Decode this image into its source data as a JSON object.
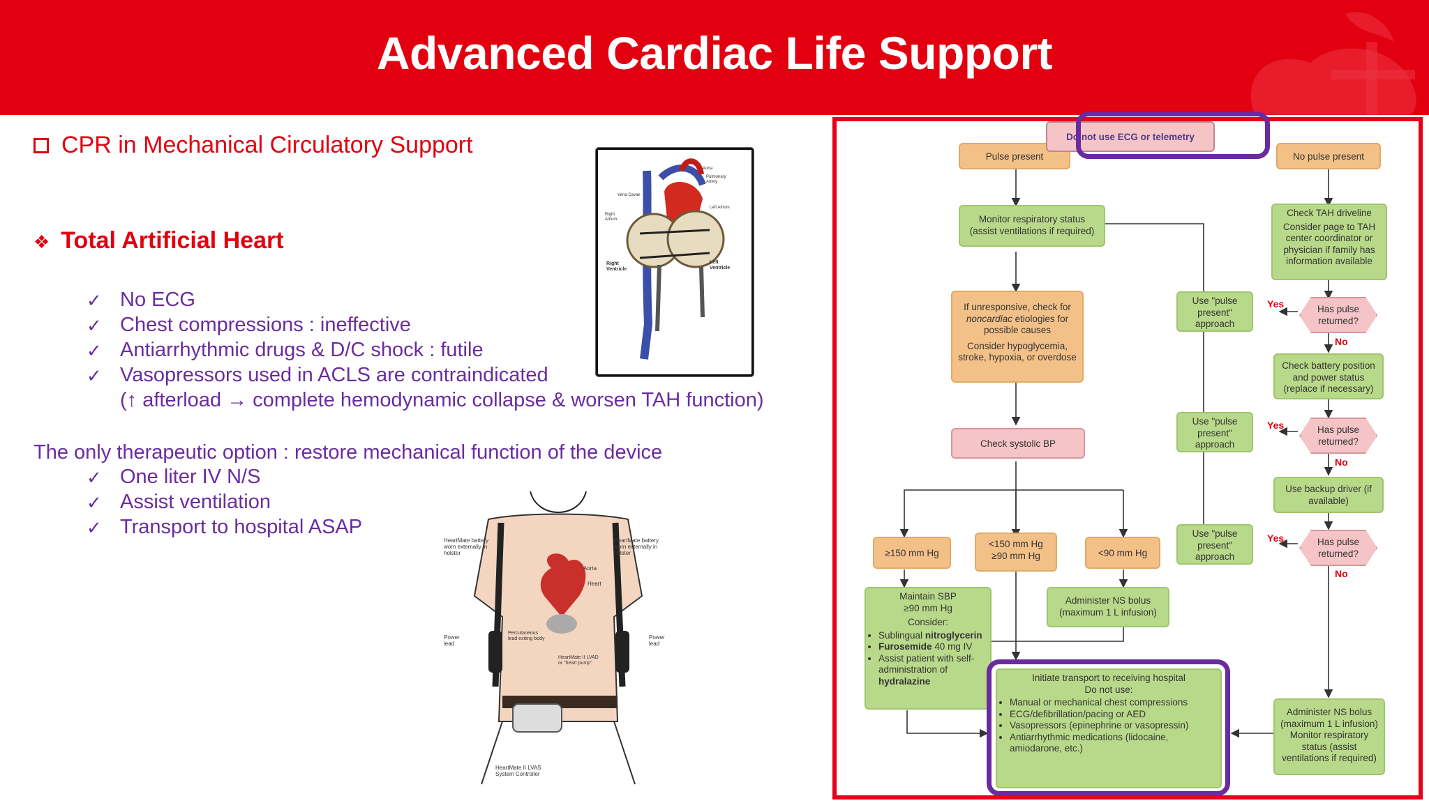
{
  "slide": {
    "title": "Advanced Cardiac Life Support",
    "section_heading": "CPR in Mechanical Circulatory Support",
    "subheading": "Total Artificial Heart",
    "bullets_1": [
      "No ECG",
      "Chest compressions : ineffective",
      "Antiarrhythmic drugs & D/C shock : futile",
      "Vasopressors used in ACLS are contraindicated"
    ],
    "bullet_continuation": "(↑ afterload → complete hemodynamic collapse & worsen TAH function)",
    "therapy_line": "The only therapeutic option : restore  mechanical  function  of  the  device",
    "bullets_2": [
      "One liter IV N/S",
      "Assist ventilation",
      "Transport to hospital ASAP"
    ],
    "colors": {
      "header_red": "#e20010",
      "text_purple": "#6a2ca0",
      "box_green": "#b9d98a",
      "box_orange": "#f3c188",
      "box_pink": "#f5c4c6",
      "highlight_purple": "#6b2aa0"
    }
  },
  "tah_figure": {
    "labels": [
      "Vena Cavae",
      "Aorta",
      "Pulmonary Artery",
      "Right Atrium",
      "Left Atrium",
      "Right Ventricle",
      "Left Ventricle"
    ]
  },
  "lvad_figure": {
    "labels": [
      "HeartMate battery worn externally in holster",
      "HeartMate battery worn externally in holster",
      "Aorta",
      "Heart",
      "Power lead",
      "Power lead",
      "Percutaneous lead exiting body",
      "HeartMate II LVAD or \"heart pump\"",
      "HeartMate II LVAS System Controller"
    ]
  },
  "flowchart": {
    "top_warning": "Do not use ECG or telemetry",
    "pulse_present": "Pulse present",
    "no_pulse_present": "No pulse present",
    "monitor_resp": "Monitor respiratory status (assist ventilations if required)",
    "unresponsive_1": "If unresponsive, check for",
    "unresponsive_italic": "noncardiac",
    "unresponsive_2": "etiologies for possible causes",
    "unresponsive_3": "Consider hypoglycemia, stroke, hypoxia, or overdose",
    "check_bp": "Check systolic BP",
    "bp_high": "≥150 mm Hg",
    "bp_mid_1": "<150 mm Hg",
    "bp_mid_2": "≥90 mm Hg",
    "bp_low": "<90 mm Hg",
    "maintain_1": "Maintain SBP",
    "maintain_2": "≥90 mm Hg",
    "maintain_consider": "Consider:",
    "maintain_items": [
      "Sublingual",
      "nitroglycerin",
      "Furosemide",
      "40 mg IV",
      "Assist patient with self-administration of",
      "hydralazine"
    ],
    "admin_ns": "Administer NS bolus (maximum 1 L infusion)",
    "check_driveline": "Check TAH driveline",
    "consider_page": "Consider page to TAH center coordinator or physician if family has information available",
    "use_pulse_present": "Use \"pulse present\" approach",
    "yes": "Yes",
    "no": "No",
    "has_pulse": "Has pulse returned?",
    "check_battery": "Check battery position and power status (replace if necessary)",
    "backup_driver": "Use backup driver (if available)",
    "transport_title": "Initiate transport to receiving hospital",
    "do_not_use": "Do not use:",
    "transport_items": [
      "Manual or mechanical chest compressions",
      "ECG/defibrillation/pacing or AED",
      "Vasopressors (epinephrine or vasopressin)",
      "Antiarrhythmic medications (lidocaine, amiodarone, etc.)"
    ],
    "final_box": "Administer NS bolus (maximum 1 L infusion) Monitor respiratory status (assist ventilations if required)"
  }
}
